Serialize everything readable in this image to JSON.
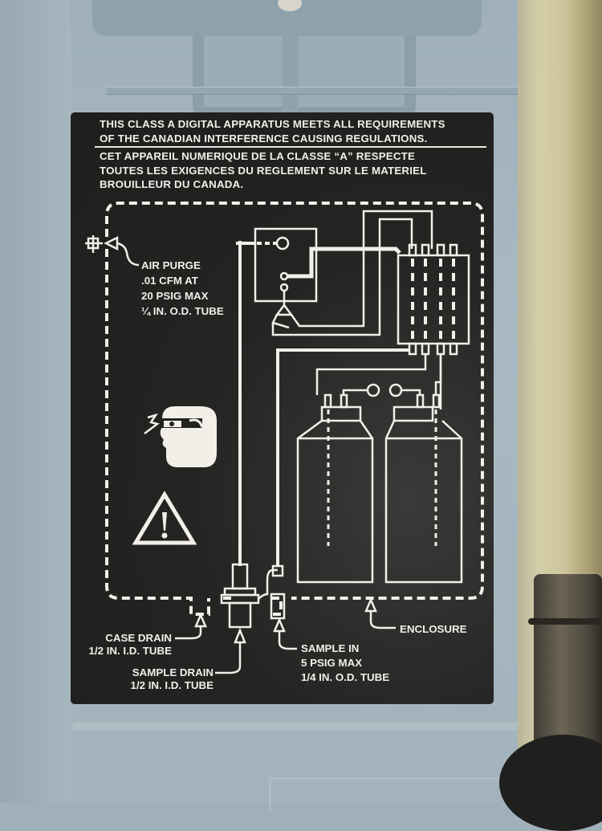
{
  "scene": {
    "description": "Photo of an equipment data/label plate on a grey-blue enclosure",
    "colors": {
      "enclosure": "#a3b3bc",
      "label_background": "#222221",
      "label_ink": "#f1efe8",
      "tube_amber": "#cfc599"
    }
  },
  "label": {
    "header_en": [
      "THIS CLASS A DIGITAL APPARATUS MEETS ALL REQUIREMENTS",
      "OF THE CANADIAN INTERFERENCE CAUSING REGULATIONS."
    ],
    "header_fr": [
      "CET APPAREIL NUMERIQUE DE LA CLASSE “A” RESPECTE",
      "TOUTES LES EXIGENCES DU REGLEMENT SUR LE MATERIEL",
      "BROUILLEUR DU CANADA."
    ],
    "callouts": {
      "air_purge": [
        "AIR PURGE",
        ".01 CFM AT",
        "20 PSIG MAX",
        "¼ IN. O.D. TUBE"
      ],
      "case_drain": [
        "CASE DRAIN",
        "1/2 IN. I.D. TUBE"
      ],
      "sample_drain": [
        "SAMPLE DRAIN",
        "1/2 IN. I.D. TUBE"
      ],
      "sample_in": [
        "SAMPLE IN",
        "5 PSIG MAX",
        "1/4 IN. O.D. TUBE"
      ],
      "enclosure": [
        "ENCLOSURE"
      ]
    },
    "icons": [
      "eye-protection-icon",
      "warning-triangle-icon"
    ]
  }
}
